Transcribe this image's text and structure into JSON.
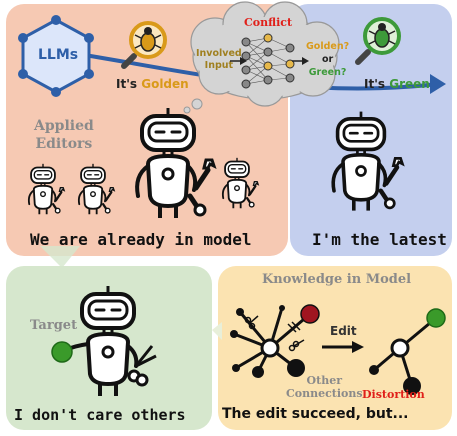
{
  "top_left": {
    "llms_label": "LLMs",
    "its_prefix": "It's",
    "its_value": "Golden",
    "applied_editors_line1": "Applied",
    "applied_editors_line2": "Editors",
    "caption": "We are already in model"
  },
  "conflict_cloud": {
    "title": "Conflict",
    "involved_line1": "Involved",
    "involved_line2": "Input",
    "question_line1": "Golden?",
    "question_line2": "or",
    "question_line3": "Green?"
  },
  "top_right": {
    "its_prefix": "It's",
    "its_value": "Green",
    "caption": "I'm the latest"
  },
  "bottom_left": {
    "target_label": "Target",
    "caption": "I don't care others"
  },
  "bottom_right": {
    "title": "Knowledge in Model",
    "edit_label": "Edit",
    "other_line1": "Other",
    "other_line2": "Connections",
    "distortion_label": "Distortion",
    "caption": "The edit succeed, but..."
  },
  "colors": {
    "salmon": "#f6c9b3",
    "blue": "#c4cfee",
    "green": "#d6e7cd",
    "yellow": "#fbe3b1",
    "golden": "#d99a1a",
    "green_text": "#3d9a3a",
    "red": "#e0201a",
    "arrow_blue": "#2e5fa8"
  }
}
